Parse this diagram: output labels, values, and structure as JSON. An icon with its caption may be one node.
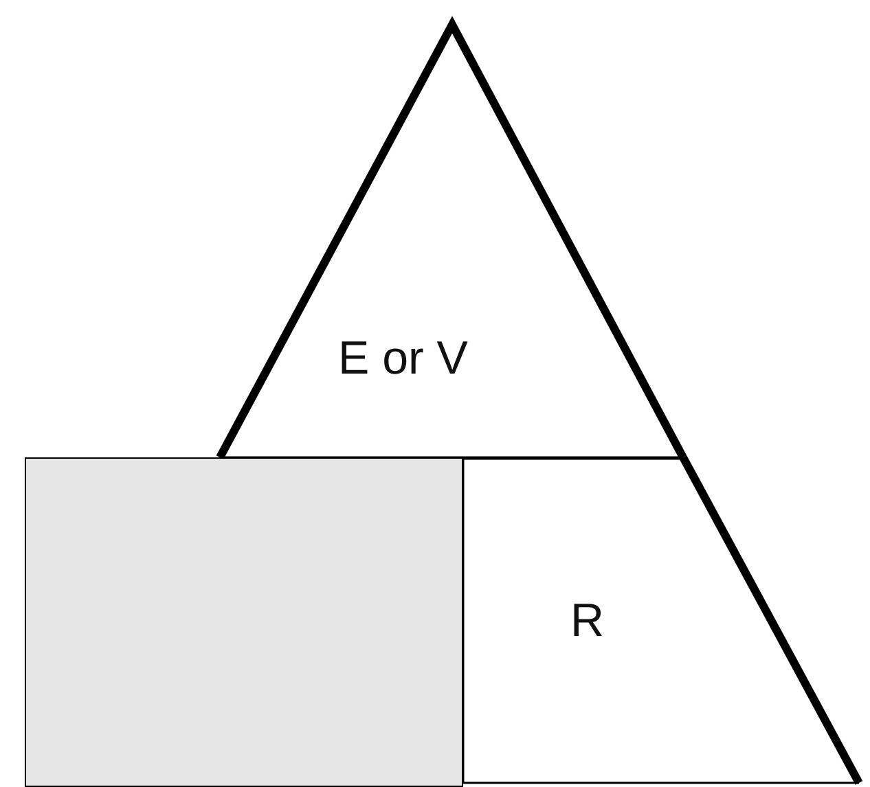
{
  "diagram": {
    "nodes": [
      {
        "text": [
          "E or V"
        ]
      },
      {
        "text": [],
        "shape": "box"
      },
      {
        "text": [
          "R"
        ]
      }
    ]
  }
}
